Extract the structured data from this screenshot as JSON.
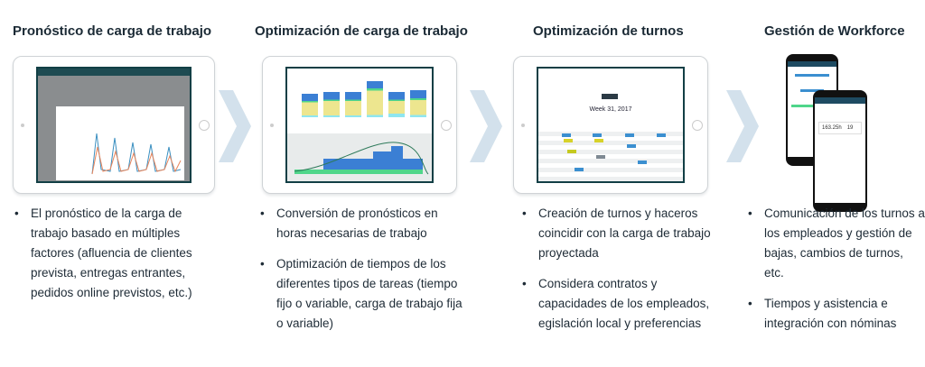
{
  "steps": [
    {
      "title": "Pronóstico de carga de trabajo",
      "bullets": [
        "El pronóstico de la carga de trabajo basado en múltiples factores (afluencia de clientes prevista, entregas entrantes, pedidos online previstos, etc.)"
      ]
    },
    {
      "title": "Optimización de carga de trabajo",
      "bullets": [
        "Conversión de pronósticos en horas necesarias de trabajo",
        "Optimización de tiempos de los diferentes tipos de tareas (tiempo fijo o variable, carga de trabajo fija o variable)"
      ]
    },
    {
      "title": "Optimización de turnos",
      "bullets": [
        "Creación de turnos y haceros coincidir con la carga de trabajo proyectada",
        "Considera contratos y capacidades de los empleados, egislación local y preferencias"
      ],
      "screen_week": "Week 31, 2017"
    },
    {
      "title": "Gestión de Workforce",
      "bullets": [
        "Comunicación de los turnos a los empleados y gestión de bajas, cambios de turnos, etc.",
        "Tiempos y asistencia e integración con nóminas"
      ],
      "screen_value_1": "163.25h",
      "screen_value_2": "19"
    }
  ],
  "colors": {
    "chevron": "#d3e1ec",
    "screen_border": "#123f45",
    "blue": "#3b7fd4",
    "yellow": "#ede68f",
    "green": "#4fd68a"
  }
}
